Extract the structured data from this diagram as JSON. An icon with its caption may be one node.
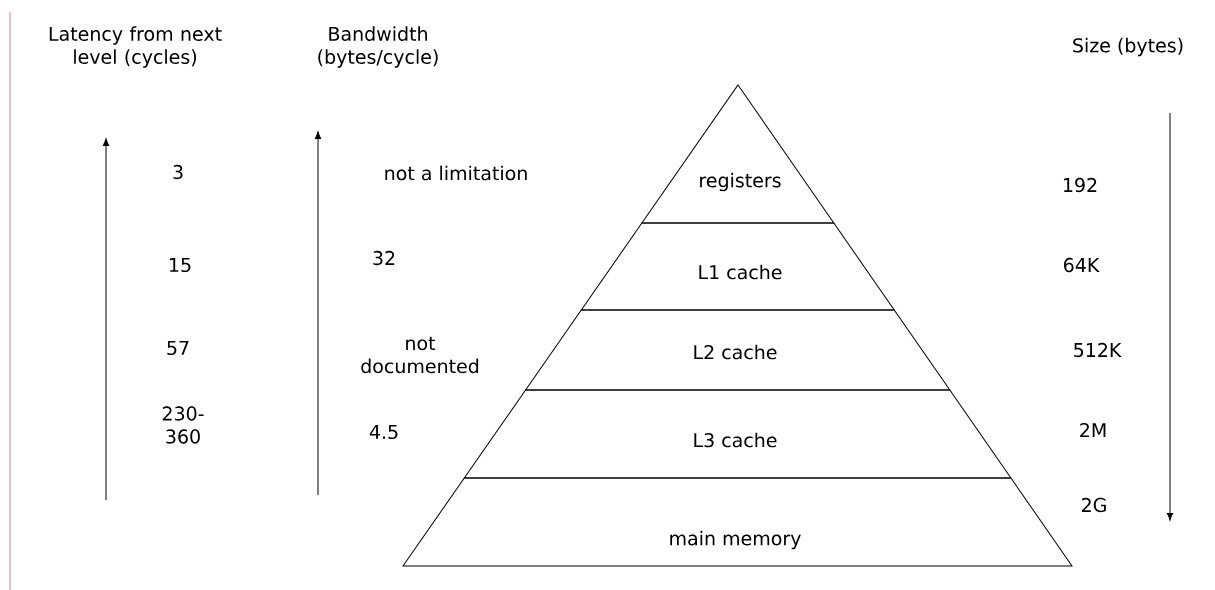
{
  "diagram": {
    "nodes": [
      {
        "text": [
          "registers"
        ]
      },
      {
        "text": [
          "L1 cache"
        ]
      },
      {
        "text": [
          "L2 cache"
        ]
      },
      {
        "text": [
          "L3 cache"
        ]
      },
      {
        "text": [
          "main memory"
        ]
      }
    ],
    "labels": [
      "Latency from next level (cycles)",
      "Bandwidth (bytes/cycle)",
      "Size (bytes)",
      "3",
      "not a limitation",
      "192",
      "15",
      "32",
      "64K",
      "57",
      "not documented",
      "512K",
      "230- 360",
      "4.5",
      "2M",
      "2G"
    ]
  }
}
